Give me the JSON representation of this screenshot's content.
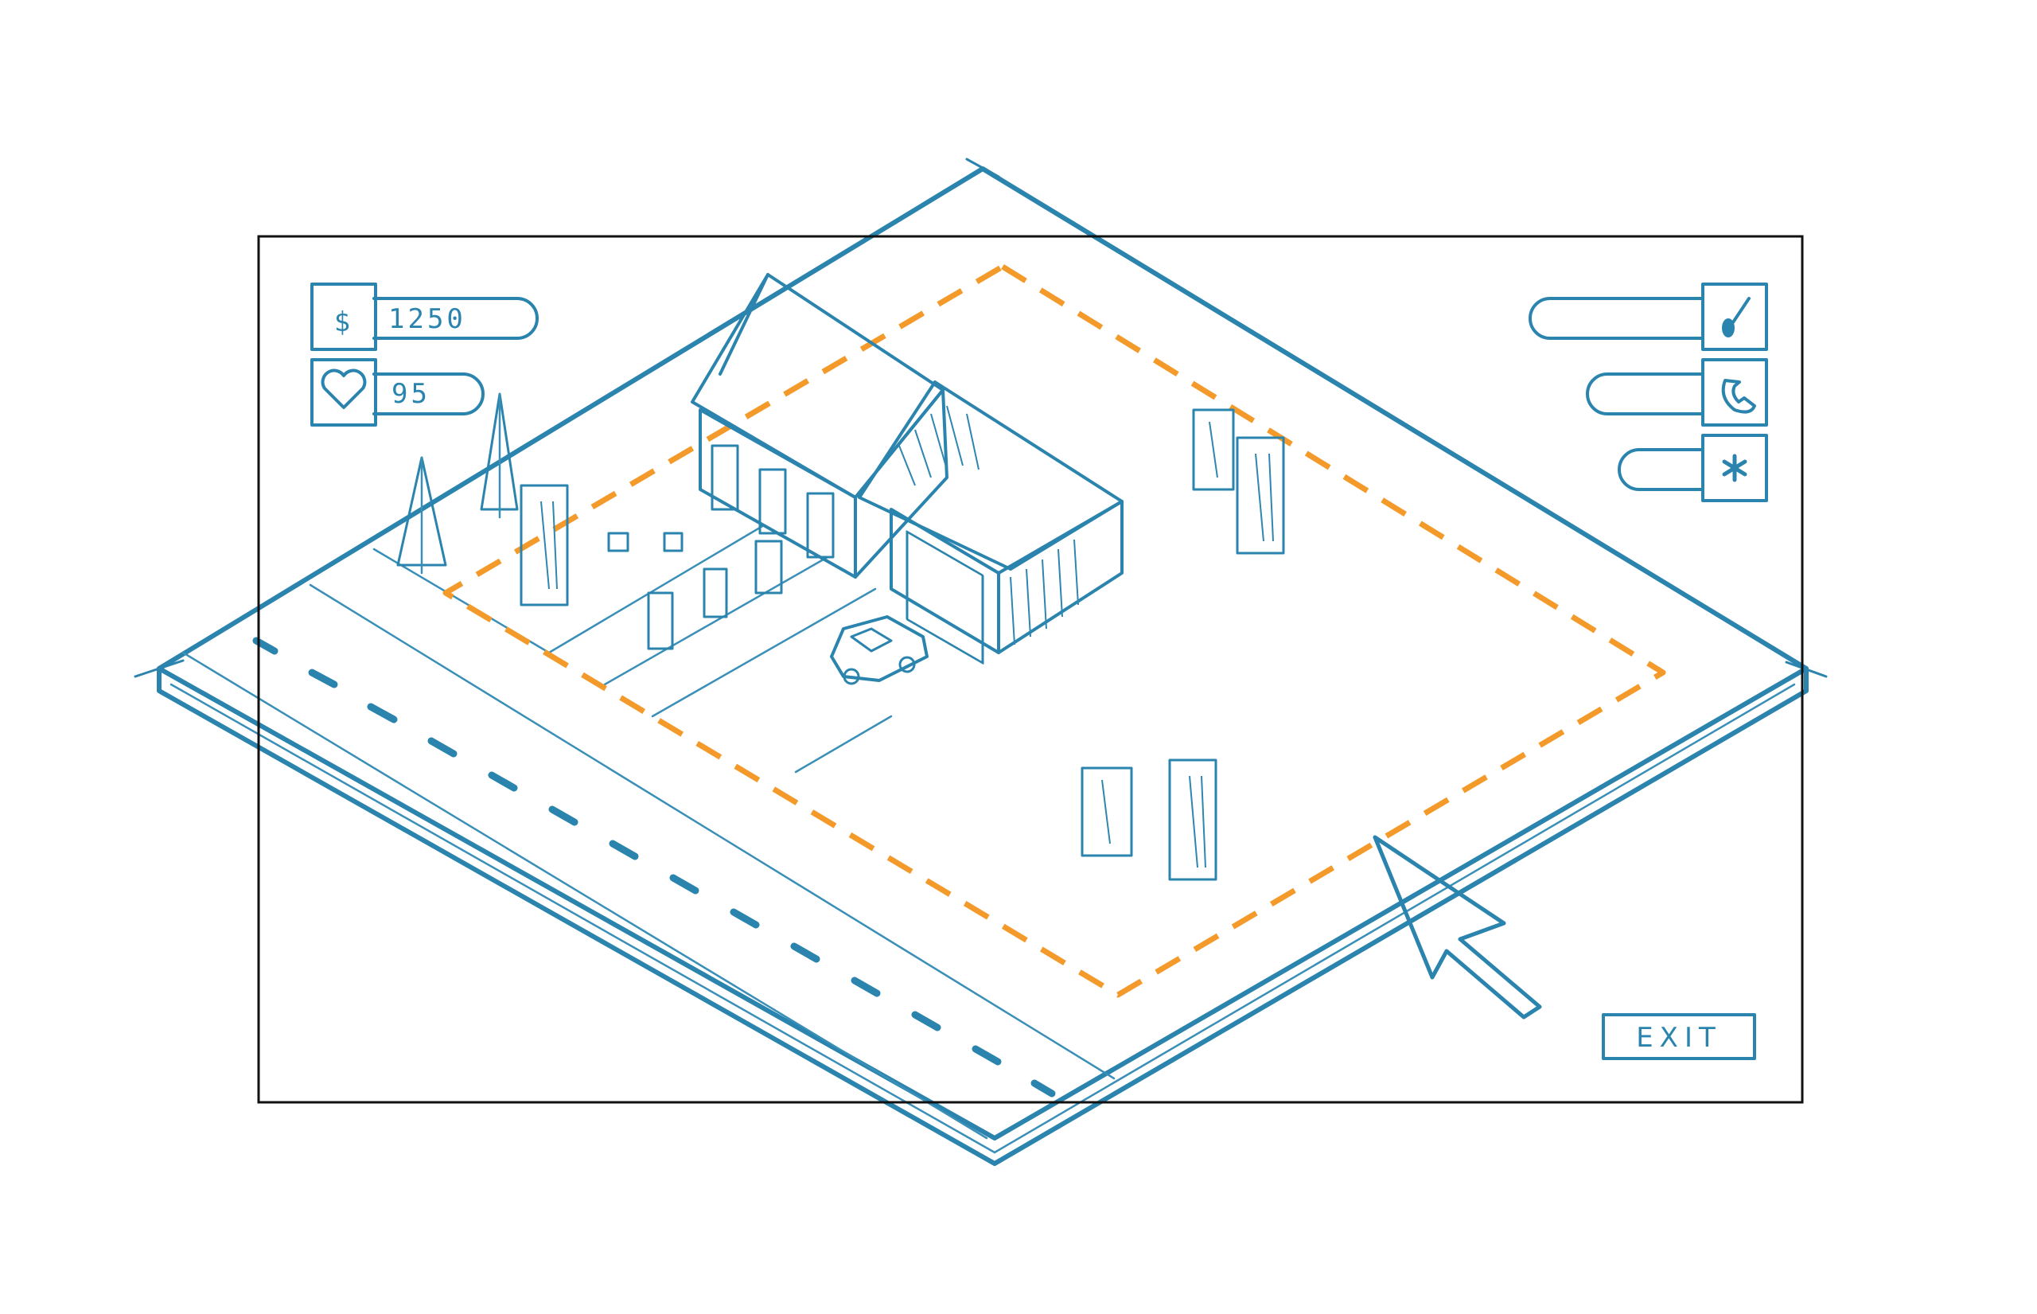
{
  "hud": {
    "money": {
      "icon": "dollar-icon",
      "value": "1250"
    },
    "happiness": {
      "icon": "heart-icon",
      "value": "95"
    }
  },
  "tools": [
    {
      "name": "shovel-tool",
      "icon": "shovel-icon"
    },
    {
      "name": "phone-tool",
      "icon": "phone-icon"
    },
    {
      "name": "settings-tool",
      "icon": "asterisk-icon"
    }
  ],
  "exit_label": "EXIT",
  "colors": {
    "ink": "#2b84ae",
    "selection": "#f39a2a",
    "frame": "#111111"
  }
}
